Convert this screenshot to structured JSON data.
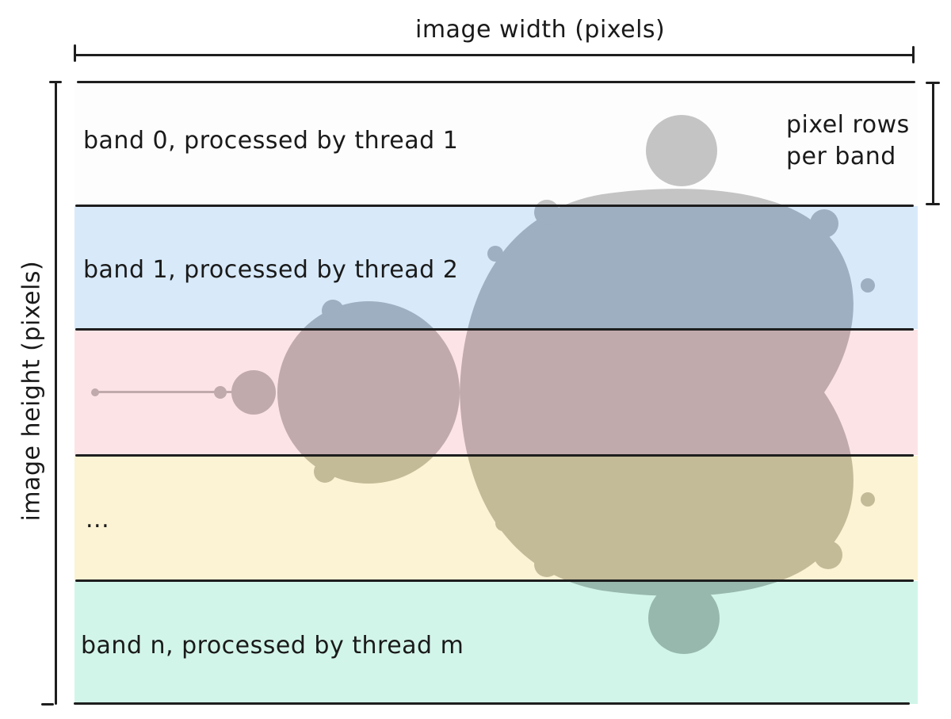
{
  "diagram": {
    "width_label": "image width (pixels)",
    "height_label": "image height (pixels)",
    "band_height_label_line1": "pixel rows",
    "band_height_label_line2": "per band",
    "bands": [
      {
        "label": "band 0, processed by thread 1",
        "color": "#fdfdfd"
      },
      {
        "label": "band 1, processed by thread 2",
        "color": "#d8eafa"
      },
      {
        "label": "",
        "color": "#fce4e6"
      },
      {
        "label": "...",
        "color": "#fcf3d4"
      },
      {
        "label": "band n, processed by thread m",
        "color": "#d2f5ea"
      }
    ],
    "fractal_tints": {
      "band0": "#c4c4c4",
      "band1": "#9dafc0",
      "band2": "#c1aaac",
      "band3": "#c3bb98",
      "band4": "#97b8ad"
    }
  }
}
